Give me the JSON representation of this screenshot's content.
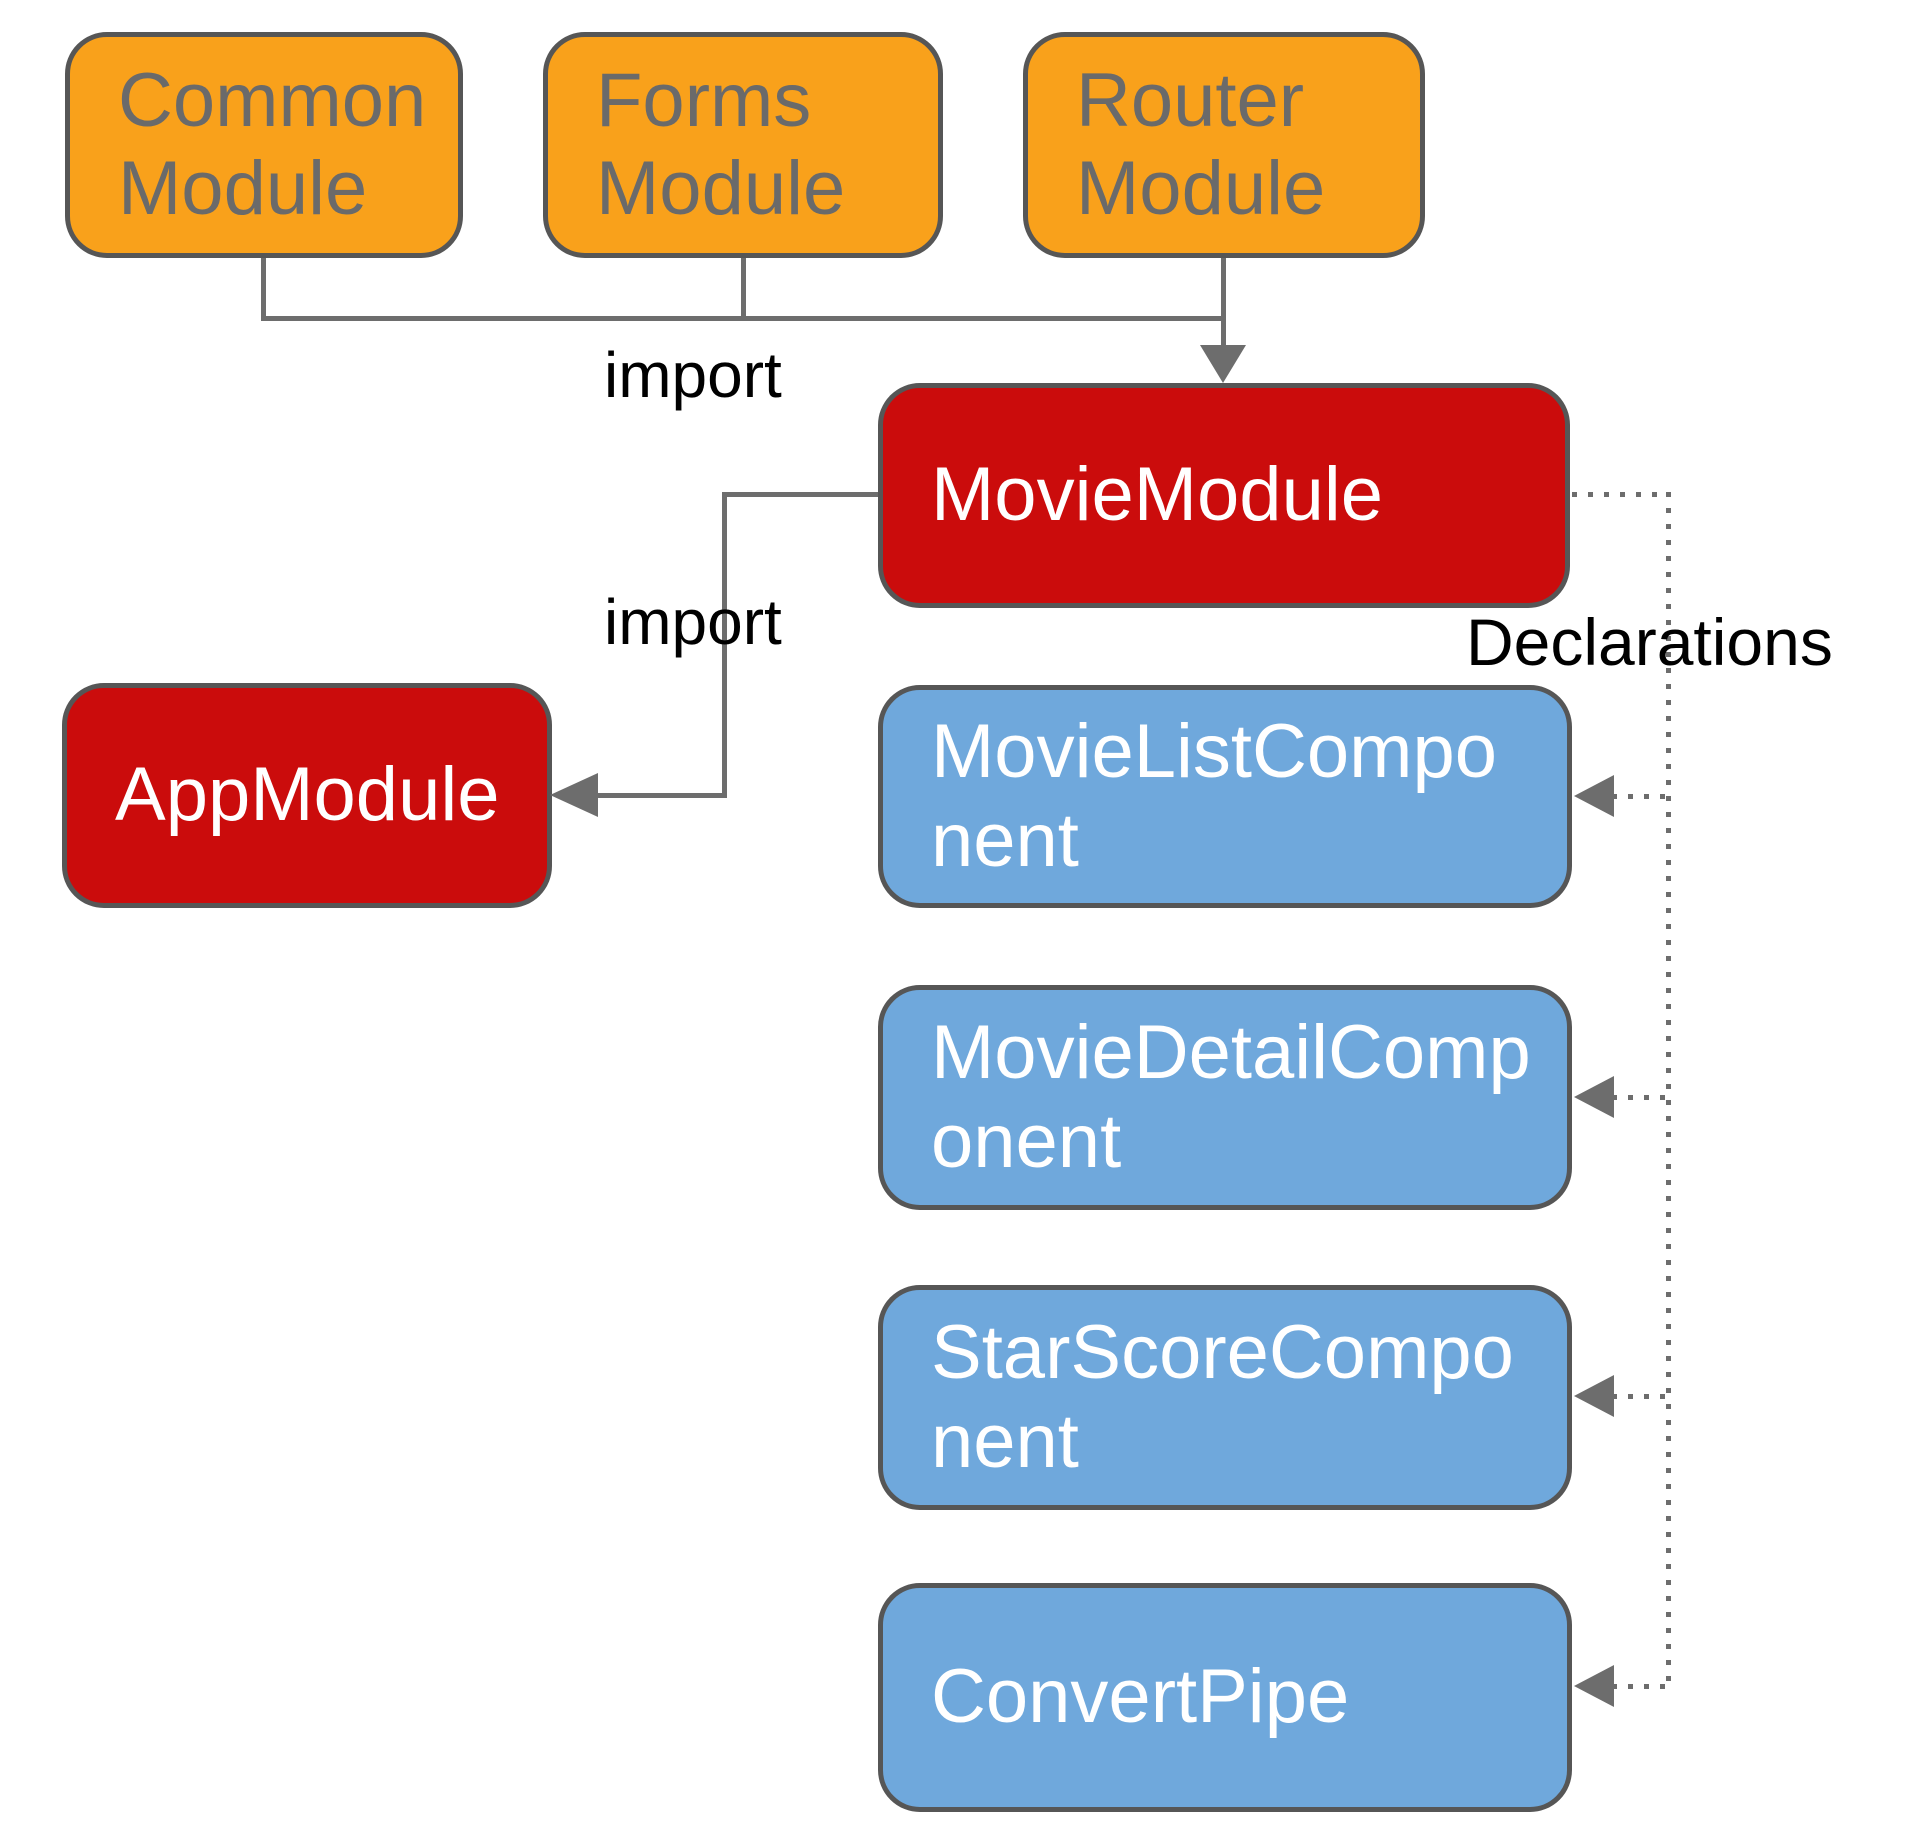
{
  "diagram": {
    "type": "angular-module-dependency-diagram",
    "colors": {
      "orange_fill": "#f9a11b",
      "red_fill": "#cb0c0c",
      "blue_fill": "#6fa8dc",
      "box_border": "#565656",
      "connector_gray": "#6d6d6d",
      "orange_box_text": "#6a6a6a",
      "red_blue_box_text": "#ffffff",
      "label_text": "#000000",
      "background": "#ffffff"
    },
    "nodes": {
      "common_module": {
        "label": "Common\nModule"
      },
      "forms_module": {
        "label": "Forms\nModule"
      },
      "router_module": {
        "label": "Router\nModule"
      },
      "movie_module": {
        "label": "MovieModule"
      },
      "app_module": {
        "label": "AppModule"
      },
      "movie_list_component": {
        "label": "MovieListCompo\nnent"
      },
      "movie_detail_component": {
        "label": "MovieDetailComp\nonent"
      },
      "star_score_component": {
        "label": "StarScoreCompo\nnent"
      },
      "convert_pipe": {
        "label": "ConvertPipe"
      }
    },
    "edge_labels": {
      "import_modules_into_movie_module": "import",
      "import_movie_module_into_app_module": "import",
      "declarations": "Declarations"
    }
  }
}
